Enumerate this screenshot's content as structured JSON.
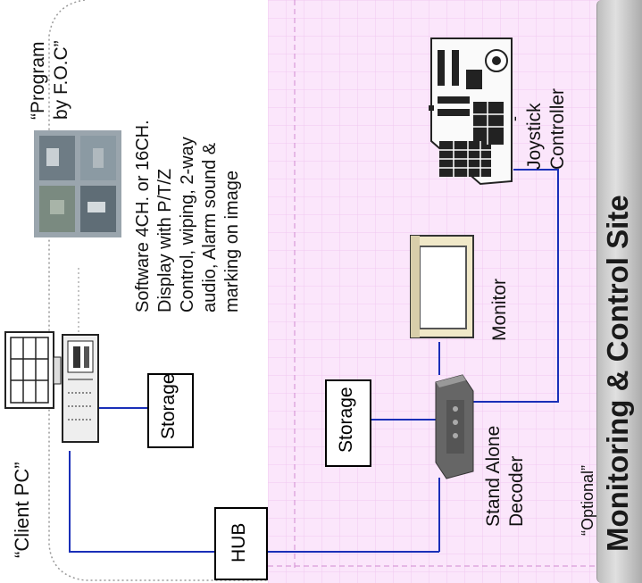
{
  "client_pc_label": "“Client PC”",
  "program_label_line1": "“Program",
  "program_label_line2": "by F.O.C”",
  "software_desc": [
    "Software 4CH. or 16CH.",
    "Display with P/T/Z",
    "Control, wiping, 2-way",
    "audio, Alarm sound &",
    "marking on image"
  ],
  "storage_client_label": "Storage",
  "storage_decoder_label": "Storage",
  "hub_label": "HUB",
  "decoder_label_line1": "Stand Alone",
  "decoder_label_line2": "Decoder",
  "monitor_label": "Monitor",
  "joystick_label_line1": "Joystick",
  "joystick_label_line2": "Controller",
  "joystick_dash": "-",
  "optional_label": "“Optional”",
  "site_title": "Monitoring & Control Site",
  "colors": {
    "zone_fill": "#fbe6fb",
    "zone_grid": "#f0c8f0",
    "wire": "#1a2fb8",
    "title_bar": "#c4c4c4"
  }
}
